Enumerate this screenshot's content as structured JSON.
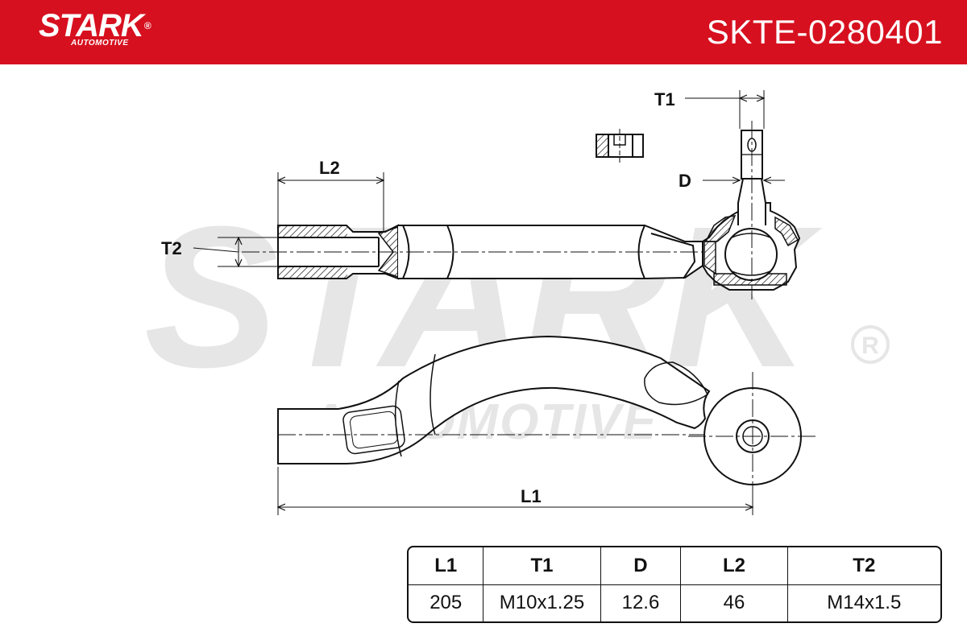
{
  "header": {
    "brand": "STARK",
    "brand_sub": "AUTOMOTIVE",
    "part_number": "SKTE-0280401",
    "color": "#d7101f"
  },
  "watermark": {
    "main": "STARK",
    "sub": "AUTOMOTIVE",
    "color": "#e6e6e6"
  },
  "drawing": {
    "labels": {
      "t1": "T1",
      "d": "D",
      "l2": "L2",
      "t2": "T2",
      "l1": "L1"
    }
  },
  "spec_table": {
    "columns": [
      "L1",
      "T1",
      "D",
      "L2",
      "T2"
    ],
    "values": [
      "205",
      "M10x1.25",
      "12.6",
      "46",
      "M14x1.5"
    ]
  }
}
